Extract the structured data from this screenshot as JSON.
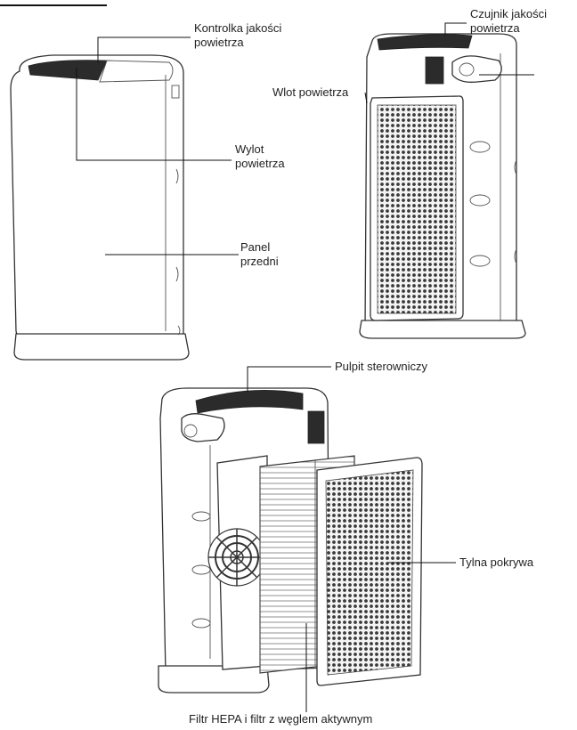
{
  "labels": {
    "air_quality_indicator": [
      "Kontrolka jakości",
      "powietrza"
    ],
    "air_quality_sensor": [
      "Czujnik jakości",
      "powietrza"
    ],
    "air_inlet": "Wlot powietrza",
    "air_outlet": [
      "Wylot",
      "powietrza"
    ],
    "front_panel": [
      "Panel",
      "przedni"
    ],
    "control_panel": "Pulpit sterowniczy",
    "rear_cover": "Tylna pokrywa",
    "filters": "Filtr HEPA i filtr z węglem aktywnym"
  }
}
